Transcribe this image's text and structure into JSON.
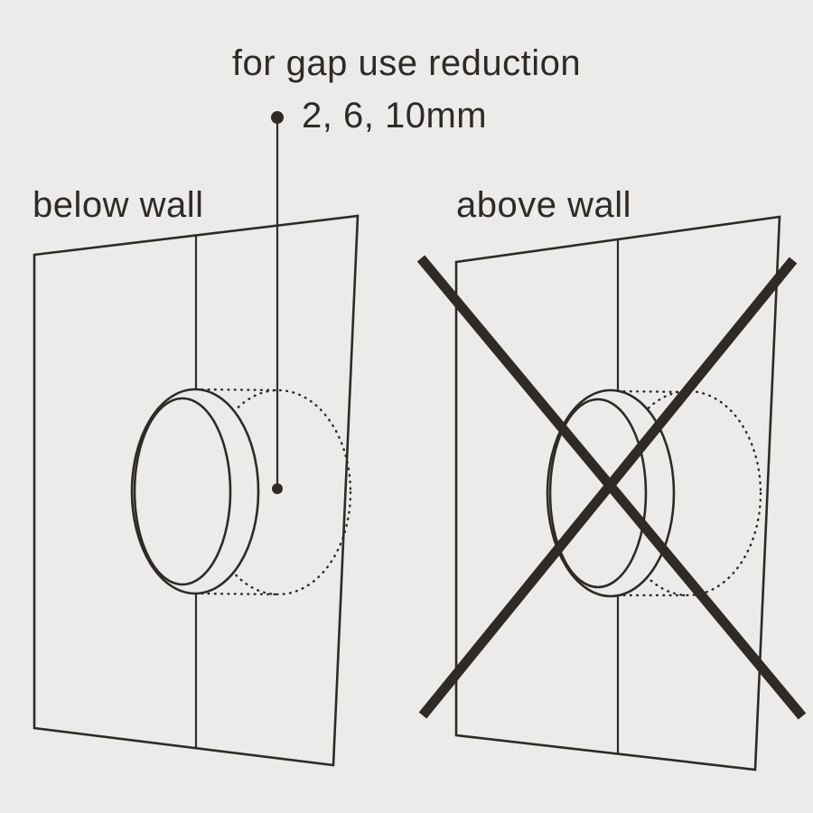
{
  "colors": {
    "background": "#ECEBE9",
    "line": "#2E2B27",
    "text": "#2E2B27"
  },
  "annotation": {
    "title": "for gap use reduction",
    "sizes": "2, 6, 10mm"
  },
  "diagrams": {
    "left": {
      "label": "below wall",
      "crossed_out": false
    },
    "right": {
      "label": "above wall",
      "crossed_out": true
    }
  }
}
